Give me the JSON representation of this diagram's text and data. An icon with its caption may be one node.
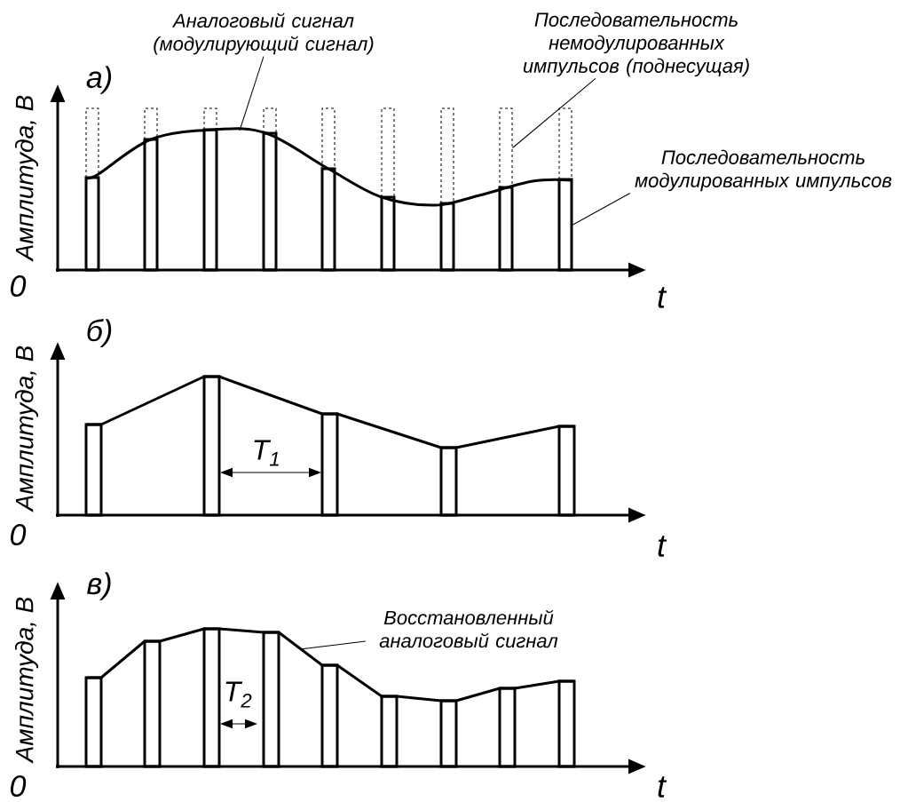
{
  "diagram": {
    "nodes": [
      {
        "text": [
          "Аналоговый сигнал (модулирующий сигнал)"
        ]
      },
      {
        "text": [
          "Последовательность немодулированных импульсов (поднесущая)"
        ]
      },
      {
        "text": [
          "Последовательность модулированных импульсов"
        ]
      },
      {
        "text": [
          "Восстановленный аналоговый сигнал"
        ]
      },
      {
        "text": [],
        "shape": "line"
      },
      {
        "text": [],
        "shape": "box"
      },
      {
        "text": [],
        "shape": "bar"
      },
      {
        "text": [],
        "shape": "line"
      }
    ],
    "edges": [
      {
        "from": 0,
        "to": 4,
        "arrow": "none"
      },
      {
        "from": 1,
        "to": 5,
        "arrow": "none"
      },
      {
        "from": 2,
        "to": 6,
        "arrow": "none"
      },
      {
        "from": 3,
        "to": 7,
        "arrow": "none"
      }
    ],
    "labels": [
      "а)",
      "Амплитуда, В",
      "0",
      "t",
      "б)",
      "Амплитуда, В",
      "0",
      "t",
      "T$_{1}$",
      "в)",
      "Амплитуда, В",
      "0",
      "t",
      "T$_{2}$"
    ]
  }
}
